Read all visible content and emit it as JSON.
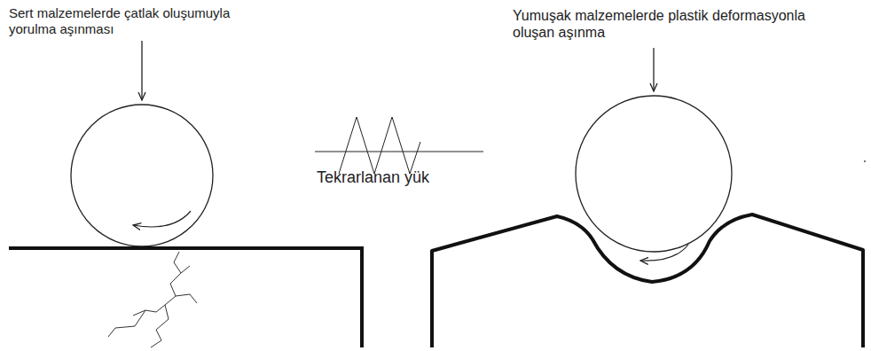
{
  "diagram": {
    "labels": [
      "Sert malzemelerde çatlak oluşumuyla yorulma aşınması",
      "Tekrarlanan yük",
      "Yumuşak malzemelerde plastik deformasyonla oluşan aşınma"
    ]
  }
}
